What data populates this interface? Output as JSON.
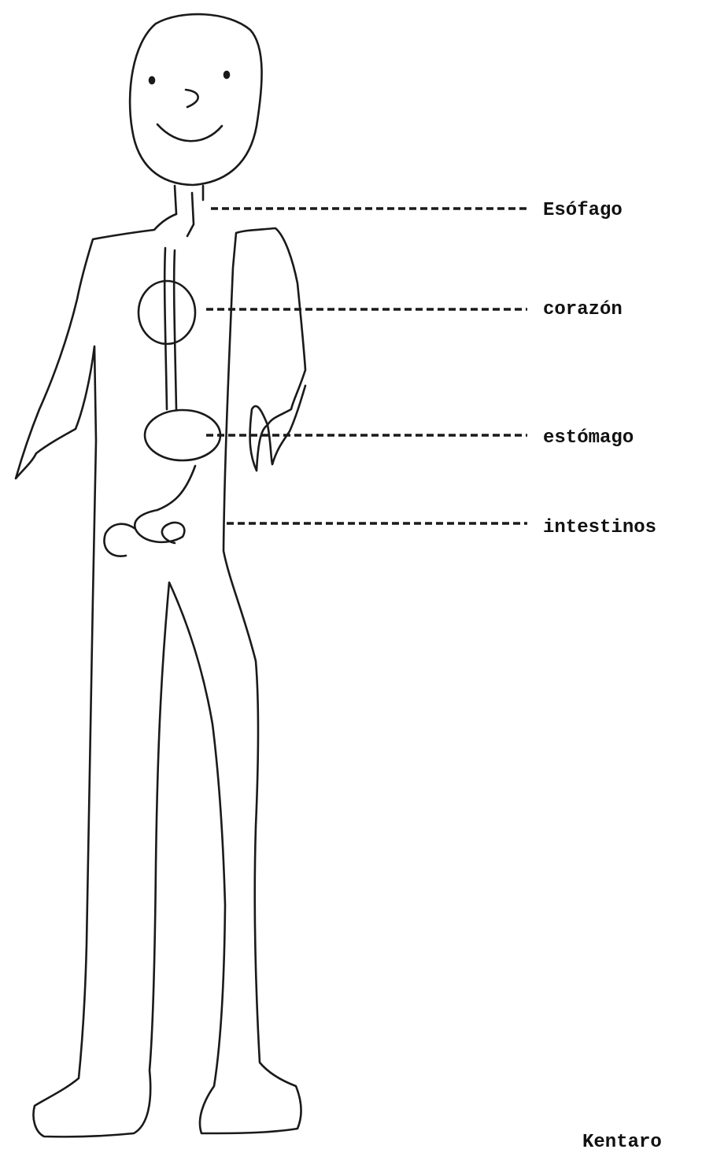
{
  "labels": {
    "esofago": "Esófago",
    "corazon": "corazón",
    "estomago": "estómago",
    "intestinos": "intestinos"
  },
  "author": "Kentaro",
  "colors": {
    "ink": "#1a1a1a",
    "background": "#ffffff"
  }
}
